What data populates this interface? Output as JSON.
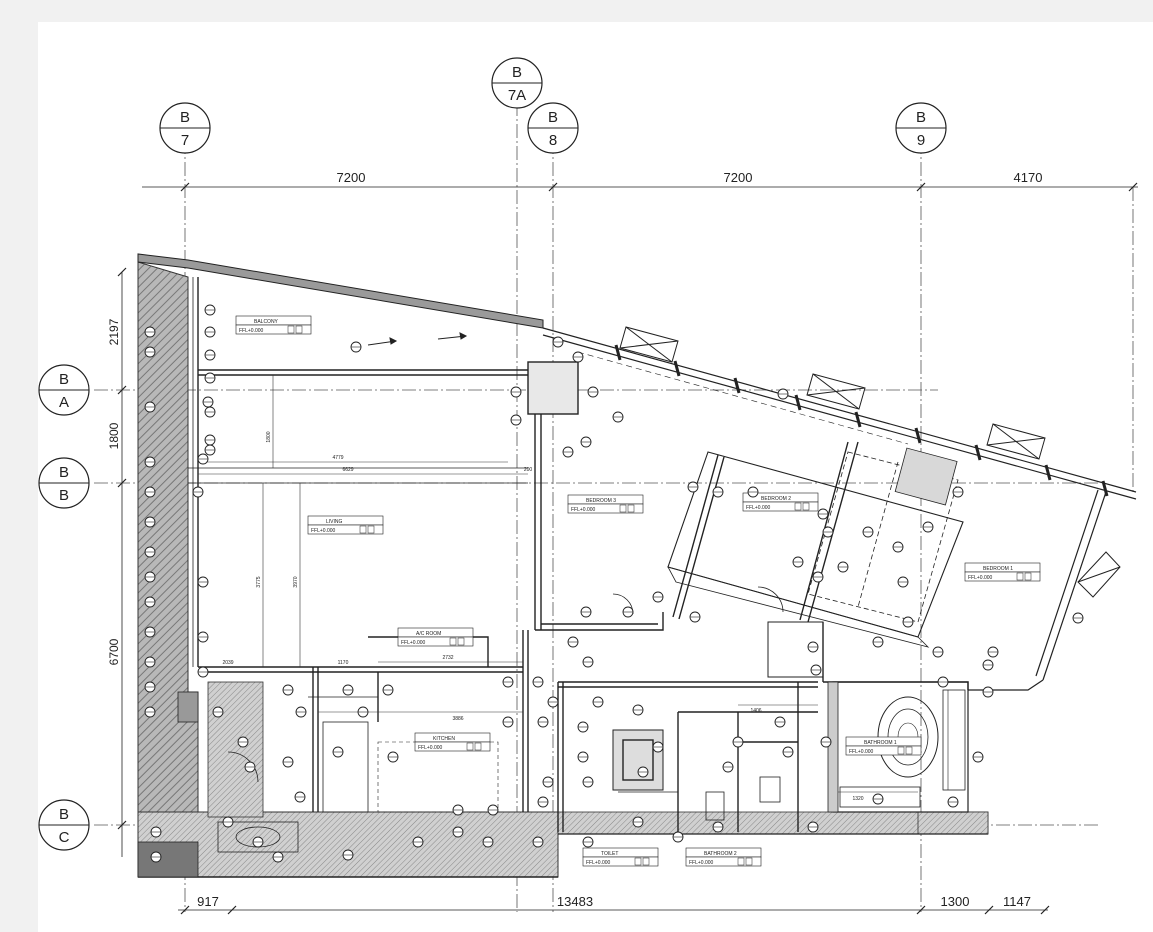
{
  "grid_bubbles": {
    "b7": {
      "top": "B",
      "bottom": "7"
    },
    "b7a": {
      "top": "B",
      "bottom": "7A"
    },
    "b8": {
      "top": "B",
      "bottom": "8"
    },
    "b9": {
      "top": "B",
      "bottom": "9"
    },
    "ba": {
      "top": "B",
      "bottom": "A"
    },
    "bb": {
      "top": "B",
      "bottom": "B"
    },
    "bc": {
      "top": "B",
      "bottom": "C"
    }
  },
  "dimensions": {
    "top": [
      "7200",
      "7200",
      "4170"
    ],
    "left": [
      "2197",
      "1800",
      "6700"
    ],
    "bottom": [
      "917",
      "13483",
      "1300",
      "1147"
    ]
  },
  "rooms": [
    {
      "id": "balcony",
      "name": "BALCONY",
      "level": "FFL+0.000"
    },
    {
      "id": "living",
      "name": "LIVING",
      "level": "FFL+0.000"
    },
    {
      "id": "bedroom3",
      "name": "BEDROOM 3",
      "level": "FFL+0.000"
    },
    {
      "id": "bedroom2",
      "name": "BEDROOM 2",
      "level": "FFL+0.000"
    },
    {
      "id": "bedroom1",
      "name": "BEDROOM 1",
      "level": "FFL+0.000"
    },
    {
      "id": "acroom",
      "name": "A/C ROOM",
      "level": "FFL+0.000"
    },
    {
      "id": "kitchen",
      "name": "KITCHEN",
      "level": "FFL+0.000"
    },
    {
      "id": "bathroom1",
      "name": "BATHROOM 1",
      "level": "FFL+0.000"
    },
    {
      "id": "toilet",
      "name": "TOILET",
      "level": "FFL+0.000"
    },
    {
      "id": "bathroom2",
      "name": "BATHROOM 2",
      "level": "FFL+0.000"
    }
  ],
  "interior_dims": [
    "4779",
    "6629",
    "200",
    "3775",
    "3970",
    "1800",
    "2732",
    "1170",
    "2039",
    "3886",
    "1406",
    "1320"
  ]
}
